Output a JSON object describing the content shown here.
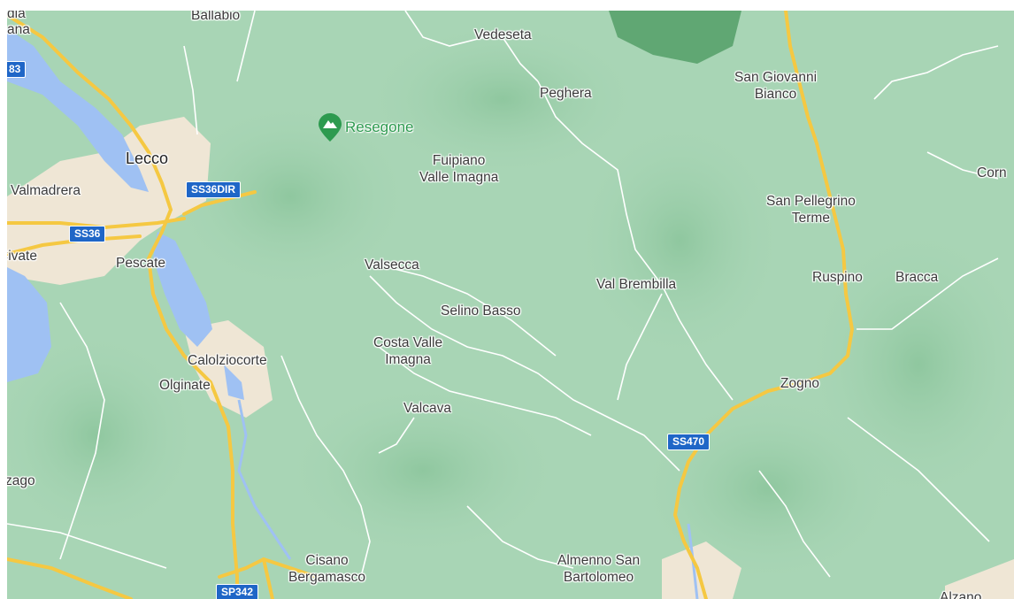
{
  "map": {
    "colors": {
      "terrain": "#a8d5b5",
      "terrain_dark": "#8fc79f",
      "water": "#9fc1f3",
      "urban": "#efe6d5",
      "highway": "#f5c842",
      "road": "#ffffff",
      "shield": "#1f66c7",
      "poi": "#2d9a4f",
      "protected_area": "#4e9b63"
    },
    "places": {
      "ballabio": "Ballabio",
      "vedeseta": "Vedeseta",
      "peghera": "Peghera",
      "san_giovanni_bianco": "San Giovanni\nBianco",
      "lecco": "Lecco",
      "valmadrera": "Valmadrera",
      "fuipiano": "Fuipiano\nValle Imagna",
      "san_pellegrino": "San Pellegrino\nTerme",
      "corn": "Corn",
      "civate": "Civate",
      "pescate": "Pescate",
      "valsecca": "Valsecca",
      "val_brembilla": "Val Brembilla",
      "ruspino": "Ruspino",
      "bracca": "Bracca",
      "selino_basso": "Selino Basso",
      "costa_valle_imagna": "Costa Valle\nImagna",
      "calolziocorte": "Calolziocorte",
      "olginate": "Olginate",
      "zogno": "Zogno",
      "valcava": "Valcava",
      "zago": "zago",
      "cisano": "Cisano\nBergamasco",
      "almenno": "Almenno San\nBartolomeo",
      "alzano": "Alzano",
      "top_left_a": "dia",
      "top_left_b": "ana"
    },
    "poi": {
      "resegone": "Resegone",
      "resegone_icon": "mountain-icon"
    },
    "shields": {
      "s83": "83",
      "ss36dir": "SS36DIR",
      "ss36": "SS36",
      "ss470": "SS470",
      "sp342": "SP342"
    }
  }
}
